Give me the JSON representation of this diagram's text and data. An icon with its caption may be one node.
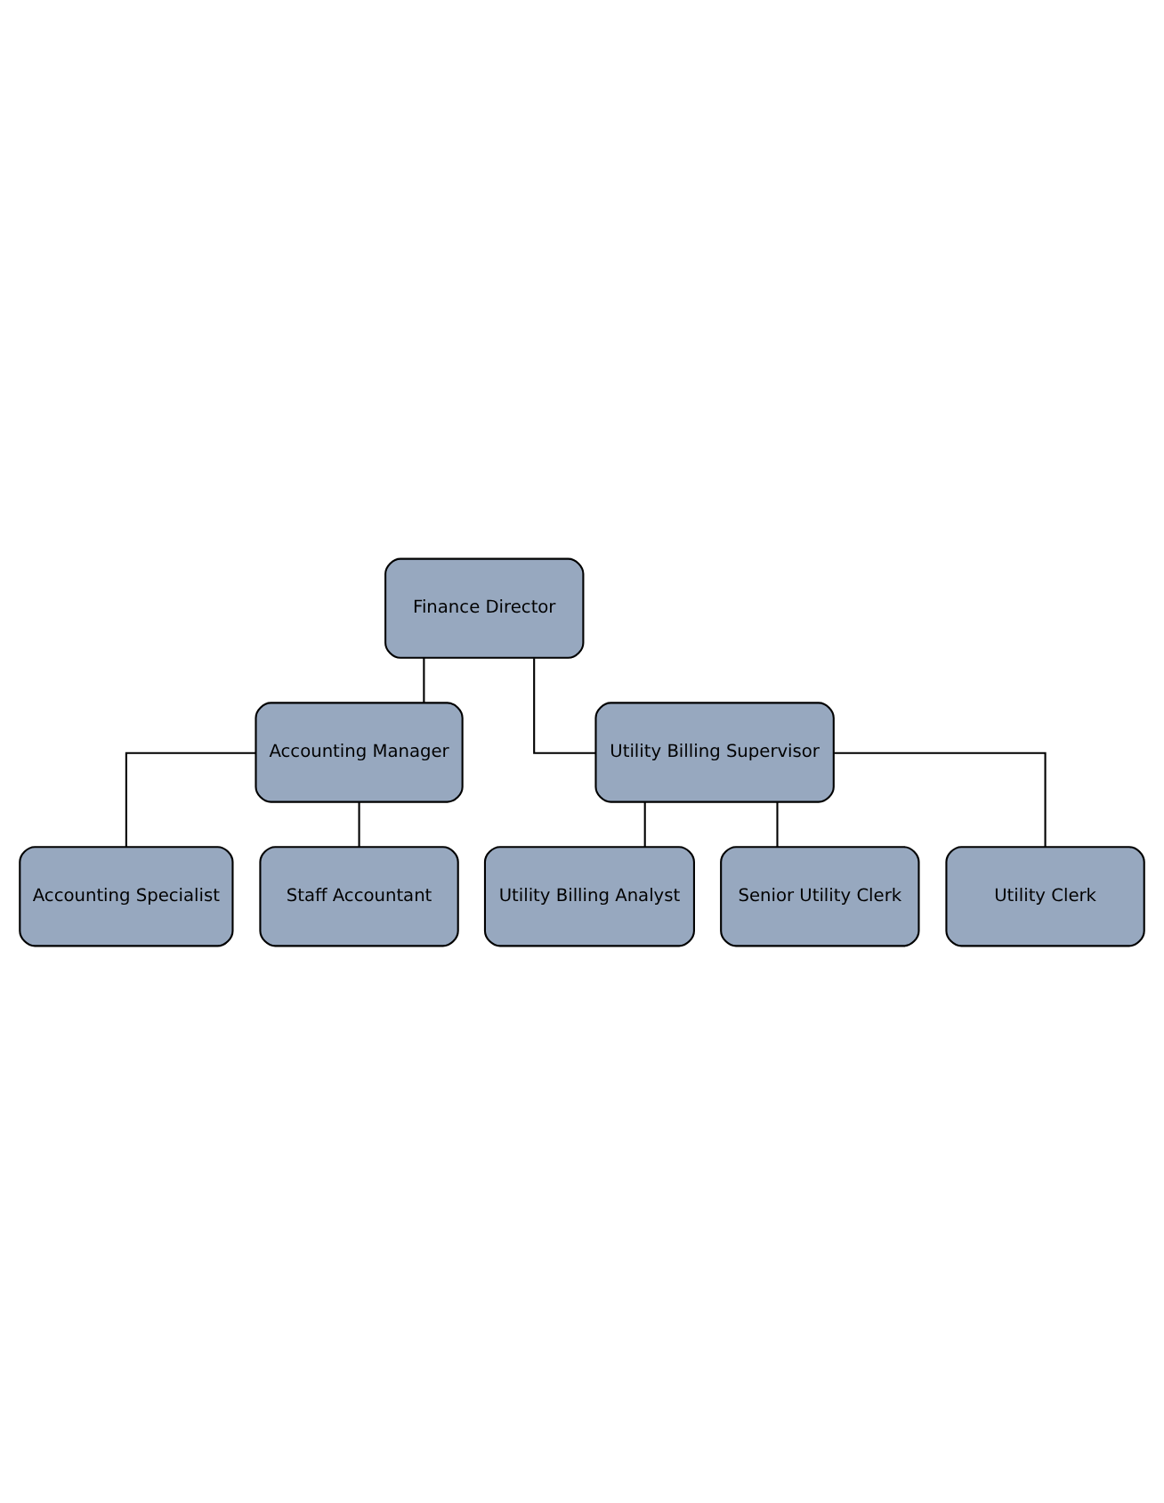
{
  "diagram": {
    "nodes": [
      {
        "text": [
          "Finance Director"
        ]
      },
      {
        "text": [
          "Accounting Manager"
        ]
      },
      {
        "text": [
          "Utility Billing Supervisor"
        ]
      },
      {
        "text": [
          "Accounting Specialist"
        ]
      },
      {
        "text": [
          "Staff Accountant"
        ]
      },
      {
        "text": [
          "Utility Billing Analyst"
        ]
      },
      {
        "text": [
          "Senior Utility Clerk"
        ]
      },
      {
        "text": [
          "Utility Clerk"
        ]
      }
    ],
    "edges": [
      {
        "from": 0,
        "to": 1,
        "arrow": "none"
      },
      {
        "from": 0,
        "to": 2,
        "arrow": "none"
      },
      {
        "from": 1,
        "to": 3,
        "arrow": "none"
      },
      {
        "from": 1,
        "to": 4,
        "arrow": "none"
      },
      {
        "from": 2,
        "to": 5,
        "arrow": "none"
      },
      {
        "from": 2,
        "to": 6,
        "arrow": "none"
      },
      {
        "from": 2,
        "to": 7,
        "arrow": "none"
      }
    ]
  }
}
